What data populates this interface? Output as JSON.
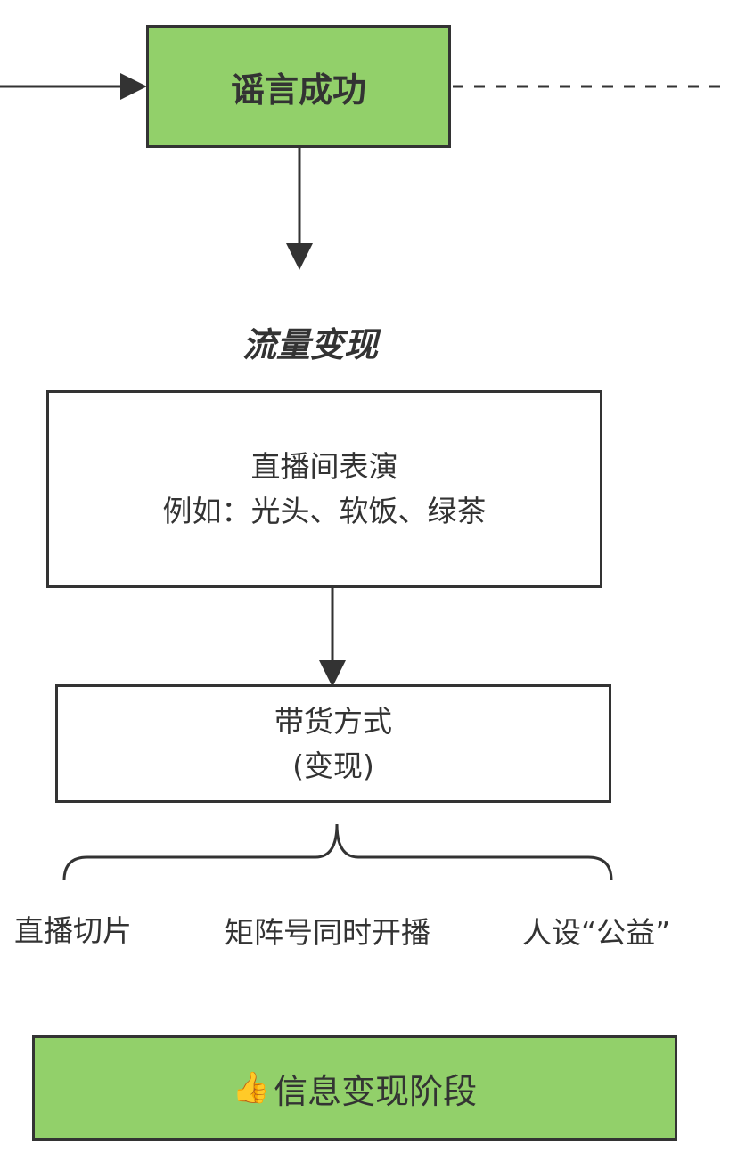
{
  "nodes": {
    "rumor_success": {
      "label": "谣言成功"
    },
    "traffic_monetization": {
      "label": "流量变现"
    },
    "livestream_performance": {
      "line1": "直播间表演",
      "line2": "例如：光头、软饭、绿茶"
    },
    "sales_method": {
      "line1": "带货方式",
      "line2": "(变现)"
    },
    "methods": [
      {
        "label": "直播切片"
      },
      {
        "label": "矩阵号同时开播"
      },
      {
        "label": "人设“公益”"
      }
    ],
    "stage": {
      "icon": "thumbs-up-icon",
      "label": "信息变现阶段"
    }
  },
  "colors": {
    "green": "#92d06a",
    "stroke": "#333333"
  }
}
